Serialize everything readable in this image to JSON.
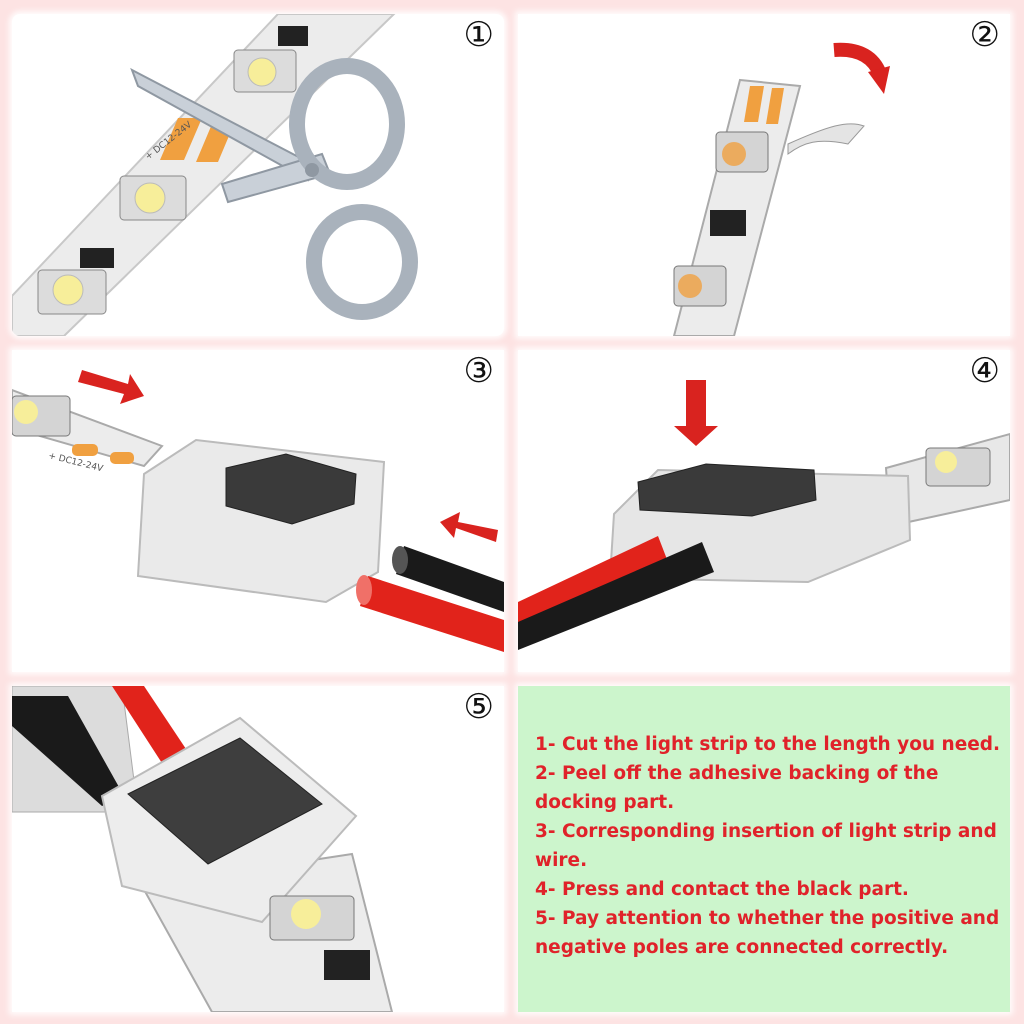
{
  "steps": [
    {
      "number": "①"
    },
    {
      "number": "②"
    },
    {
      "number": "③"
    },
    {
      "number": "④"
    },
    {
      "number": "⑤"
    }
  ],
  "strip_marking": "+ DC12-24V",
  "instructions": [
    "1- Cut the light strip to the length you need.",
    "2- Peel off the adhesive backing of the docking part.",
    "3- Corresponding insertion of light strip and wire.",
    "4- Press and contact the black part.",
    "5- Pay attention to whether the positive and negative poles are connected correctly."
  ],
  "colors": {
    "page_background": "#fde3e3",
    "instruction_panel": "#ccf5cc",
    "instruction_text": "#e0222a",
    "arrow": "#d9231f",
    "led_yellow": "#f7ee9a",
    "copper_pad": "#f0a040",
    "wire_red": "#e1231b",
    "wire_black": "#1a1a1a"
  }
}
